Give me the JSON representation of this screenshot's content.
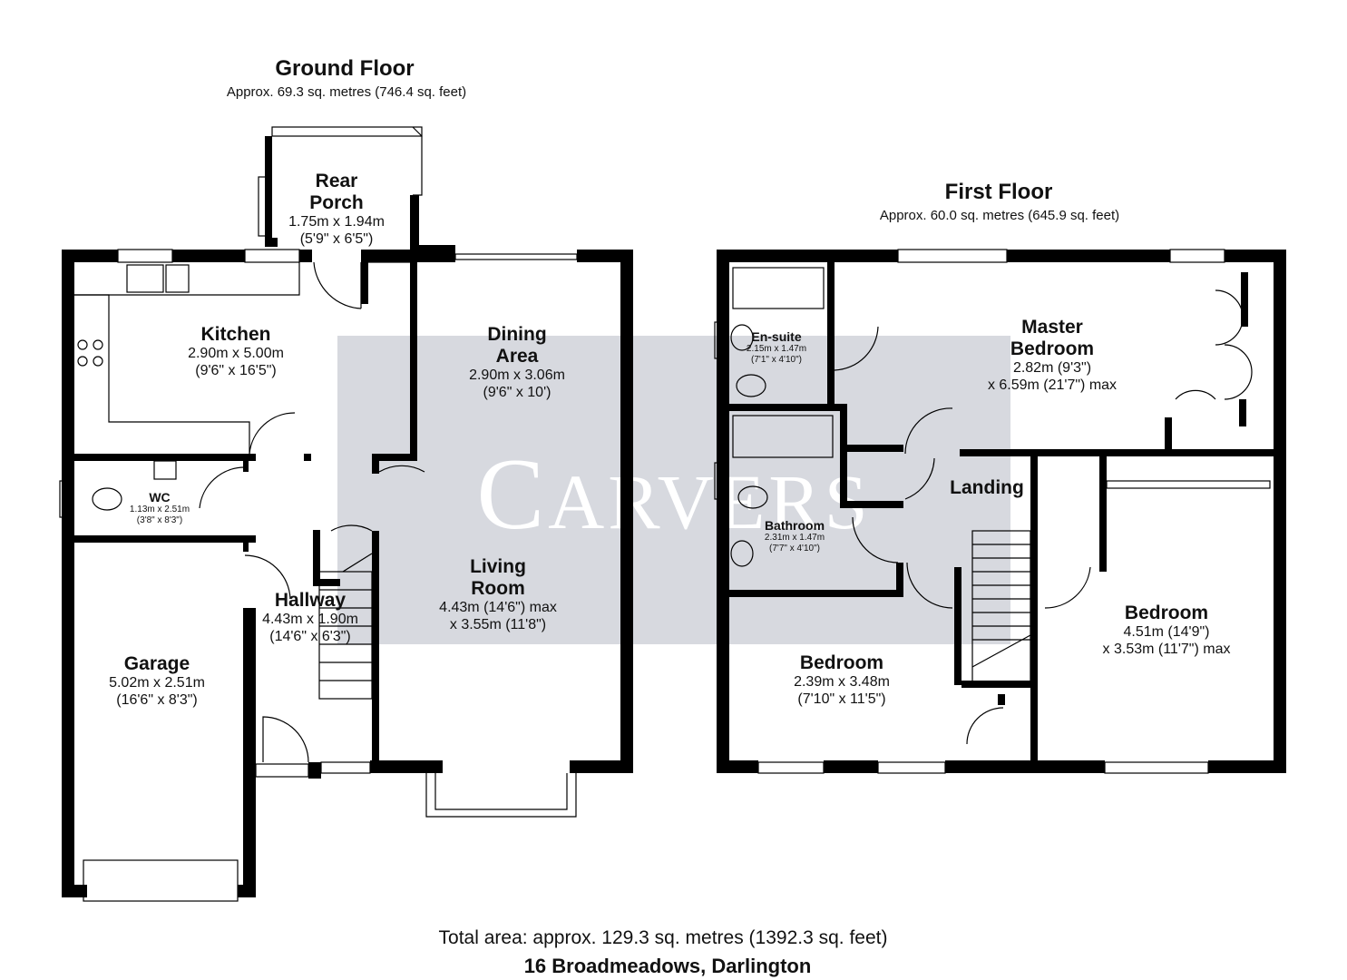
{
  "ground_floor": {
    "title": "Ground Floor",
    "area": "Approx. 69.3 sq. metres (746.4 sq. feet)",
    "rooms": {
      "rear_porch": {
        "name1": "Rear",
        "name2": "Porch",
        "dim1": "1.75m x 1.94m",
        "dim2": "(5'9\" x 6'5\")"
      },
      "kitchen": {
        "name": "Kitchen",
        "dim1": "2.90m x 5.00m",
        "dim2": "(9'6\" x 16'5\")"
      },
      "dining_area": {
        "name1": "Dining",
        "name2": "Area",
        "dim1": "2.90m x 3.06m",
        "dim2": "(9'6\" x 10')"
      },
      "wc": {
        "name": "WC",
        "dim1": "1.13m x 2.51m",
        "dim2": "(3'8\" x 8'3\")"
      },
      "living_room": {
        "name1": "Living",
        "name2": "Room",
        "dim1": "4.43m (14'6\") max",
        "dim2": "x 3.55m (11'8\")"
      },
      "hallway": {
        "name": "Hallway",
        "dim1": "4.43m x 1.90m",
        "dim2": "(14'6\" x 6'3\")"
      },
      "garage": {
        "name": "Garage",
        "dim1": "5.02m x 2.51m",
        "dim2": "(16'6\" x 8'3\")"
      }
    }
  },
  "first_floor": {
    "title": "First Floor",
    "area": "Approx. 60.0 sq. metres (645.9 sq. feet)",
    "rooms": {
      "en_suite": {
        "name": "En-suite",
        "dim1": "2.15m x 1.47m",
        "dim2": "(7'1\" x 4'10\")"
      },
      "master_bedroom": {
        "name1": "Master",
        "name2": "Bedroom",
        "dim1": "2.82m (9'3\")",
        "dim2": "x 6.59m (21'7\") max"
      },
      "landing": {
        "name": "Landing"
      },
      "bathroom": {
        "name": "Bathroom",
        "dim1": "2.31m x 1.47m",
        "dim2": "(7'7\" x 4'10\")"
      },
      "bedroom_front": {
        "name": "Bedroom",
        "dim1": "2.39m x 3.48m",
        "dim2": "(7'10\" x 11'5\")"
      },
      "bedroom_side": {
        "name": "Bedroom",
        "dim1": "4.51m (14'9\")",
        "dim2": "x 3.53m (11'7\") max"
      }
    }
  },
  "watermark": {
    "text": "CARVERS",
    "bg_color": "#c9ccd4"
  },
  "footer": {
    "total_area": "Total area: approx. 129.3 sq. metres (1392.3 sq. feet)",
    "address": "16 Broadmeadows, Darlington"
  }
}
